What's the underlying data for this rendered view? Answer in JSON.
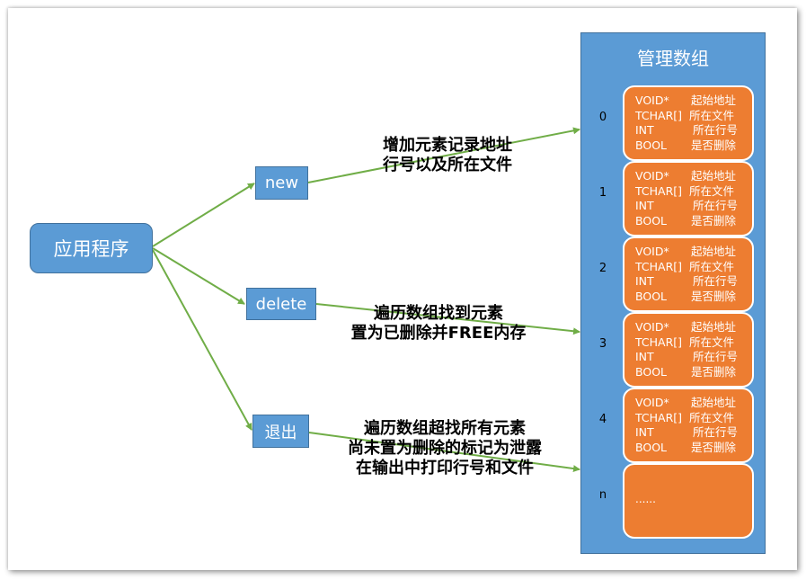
{
  "app": {
    "label": "应用程序"
  },
  "operations": [
    {
      "id": "new",
      "label": "new"
    },
    {
      "id": "delete",
      "label": "delete"
    },
    {
      "id": "exit",
      "label": "退出"
    }
  ],
  "notes": {
    "new": [
      "增加元素记录地址",
      "行号以及所在文件"
    ],
    "delete": [
      "遍历数组找到元素",
      "置为已删除并FREE内存"
    ],
    "exit": [
      "遍历数组超找所有元素",
      "尚未置为删除的标记为泄露",
      "在输出中打印行号和文件"
    ]
  },
  "array": {
    "title": "管理数组",
    "fields": [
      {
        "type": "VOID*",
        "desc": "起始地址"
      },
      {
        "type": "TCHAR[]",
        "desc": "所在文件"
      },
      {
        "type": "INT",
        "desc": "所在行号"
      },
      {
        "type": "BOOL",
        "desc": "是否删除"
      }
    ],
    "indices": [
      "0",
      "1",
      "2",
      "3",
      "4",
      "n"
    ],
    "last_cell_text": "......"
  },
  "colors": {
    "node_fill": "#5b9bd5",
    "cell_fill": "#ed7d31",
    "arrow": "#70ad47"
  }
}
